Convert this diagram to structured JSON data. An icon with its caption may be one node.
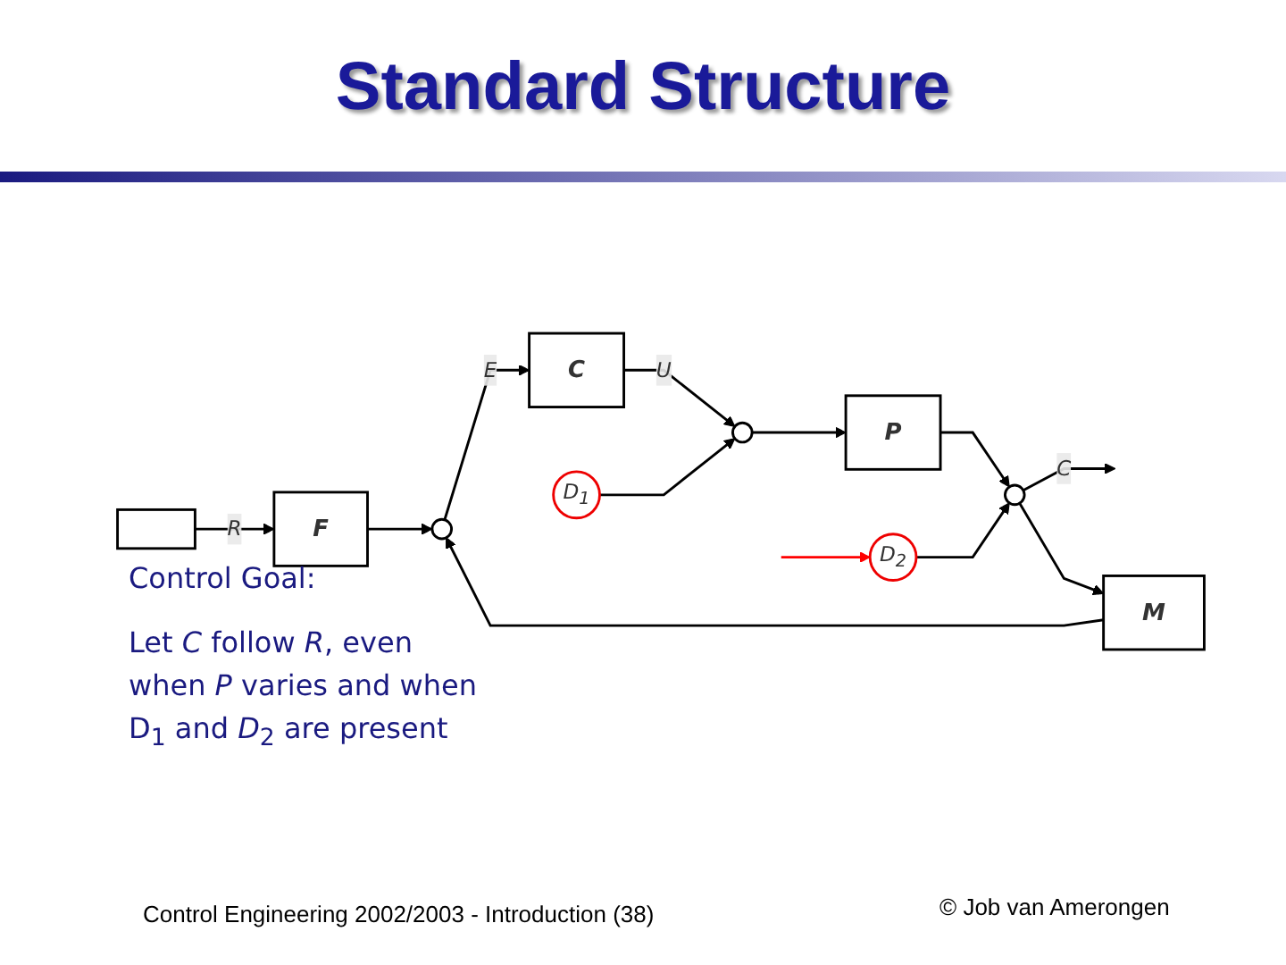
{
  "diagram": {
    "title": "Standard Structure",
    "nodes": [
      {
        "text": [],
        "shape": "box"
      },
      {
        "text": [
          "F"
        ]
      },
      {
        "text": [],
        "shape": "circle"
      },
      {
        "text": [
          "C"
        ]
      },
      {
        "text": [
          "D$_{1}$"
        ]
      },
      {
        "text": [],
        "shape": "circle"
      },
      {
        "text": [
          "P"
        ]
      },
      {
        "text": [
          "D$_{2}$"
        ]
      },
      {
        "text": [],
        "shape": "circle"
      },
      {
        "text": [
          "M"
        ]
      }
    ],
    "edges": [
      {
        "from": 0,
        "to": 1,
        "arrow": "to",
        "label": "R"
      },
      {
        "from": 1,
        "to": 2,
        "arrow": "to"
      },
      {
        "from": 2,
        "to": 3,
        "arrow": "to",
        "label": "E"
      },
      {
        "from": 3,
        "to": 5,
        "arrow": "to",
        "label": "U"
      },
      {
        "from": 4,
        "to": 5,
        "arrow": "to"
      },
      {
        "from": 5,
        "to": 6,
        "arrow": "to"
      },
      {
        "from": 6,
        "to": 8,
        "arrow": "to"
      },
      {
        "from": 7,
        "to": 8,
        "arrow": "to"
      },
      {
        "from": 8,
        "to": null,
        "arrow": "to",
        "label": "C"
      },
      {
        "from": 8,
        "to": 9,
        "arrow": "to"
      },
      {
        "from": 9,
        "to": 2,
        "arrow": "to"
      },
      {
        "from": null,
        "to": 7,
        "arrow": "to",
        "color": "#ff0000"
      }
    ],
    "labels": [
      "Control Goal:",
      "Let *C* follow *R*, even when *P* varies and when D$_{1}$ and *D*$_{2}$ are present",
      "Control Engineering 2002/2003 - Introduction  (38)",
      "© Job van Amerongen"
    ]
  }
}
